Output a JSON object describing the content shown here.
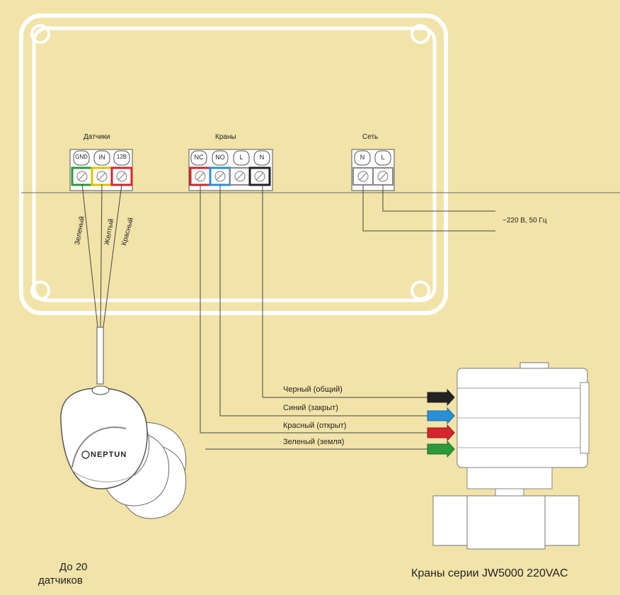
{
  "groups": {
    "sensors": "Датчики",
    "valves": "Краны",
    "network": "Сеть"
  },
  "terminals": {
    "sensors": [
      "GND",
      "IN",
      "12B"
    ],
    "valves": [
      "NC",
      "NO",
      "L",
      "N"
    ],
    "network": [
      "N",
      "L"
    ]
  },
  "sensor_wires": [
    "Зеленый",
    "Желтый",
    "Красный"
  ],
  "power_label": "~220 В, 50 Гц",
  "valve_wires": [
    "Черный (общий)",
    "Синий (закрыт)",
    "Красный (открыт)",
    "Зеленый (земля)"
  ],
  "sensor_brand": "NEPTUN",
  "sensor_count_line1": "До 20",
  "sensor_count_line2": "датчиков",
  "valve_series": "Краны серии JW5000 220VAC",
  "colors": {
    "background": "#f2e3a9",
    "wire_black": "#222222",
    "wire_blue": "#2a8fd6",
    "wire_red": "#d4262c",
    "wire_green": "#2a9a3a",
    "wire_yellow": "#e3c000"
  }
}
